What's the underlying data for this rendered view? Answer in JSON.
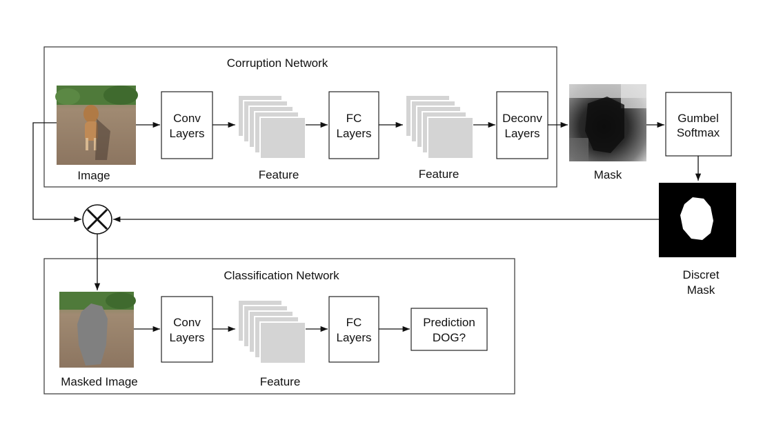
{
  "corruption_network": {
    "title": "Corruption Network",
    "image_label": "Image",
    "conv_line1": "Conv",
    "conv_line2": "Layers",
    "feature1_label": "Feature",
    "fc_line1": "FC",
    "fc_line2": "Layers",
    "feature2_label": "Feature",
    "deconv_line1": "Deconv",
    "deconv_line2": "Layers"
  },
  "mask_label": "Mask",
  "gumbel": {
    "line1": "Gumbel",
    "line2": "Softmax"
  },
  "discrete_mask": {
    "line1": "Discret",
    "line2": "Mask"
  },
  "classification_network": {
    "title": "Classification Network",
    "masked_image_label": "Masked Image",
    "conv_line1": "Conv",
    "conv_line2": "Layers",
    "feature_label": "Feature",
    "fc_line1": "FC",
    "fc_line2": "Layers",
    "prediction_line1": "Prediction",
    "prediction_line2": "DOG?"
  },
  "colors": {
    "feature_map": "#d4d4d4",
    "feature_edge": "#ffffff",
    "image_ground": "#a08a72",
    "image_foliage": "#4f7a3a",
    "mask_dark": "#1a1a1a",
    "mask_light": "#b8b8b8"
  }
}
